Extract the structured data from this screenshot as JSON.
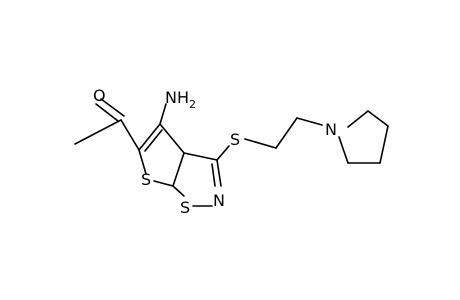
{
  "molecule": {
    "atoms": {
      "carbonyl_oxygen": "O",
      "amino_nitrogen": "N",
      "amino_hydrogen": "H",
      "amino_count": "2",
      "thiophene_sulfur": "S",
      "isothiazole_sulfur": "S",
      "isothiazole_nitrogen": "N",
      "thioether_sulfur": "S",
      "pyrrolidine_nitrogen": "N"
    },
    "colors": {
      "bond": "#000000",
      "label": "#000000",
      "background": "#ffffff"
    }
  }
}
